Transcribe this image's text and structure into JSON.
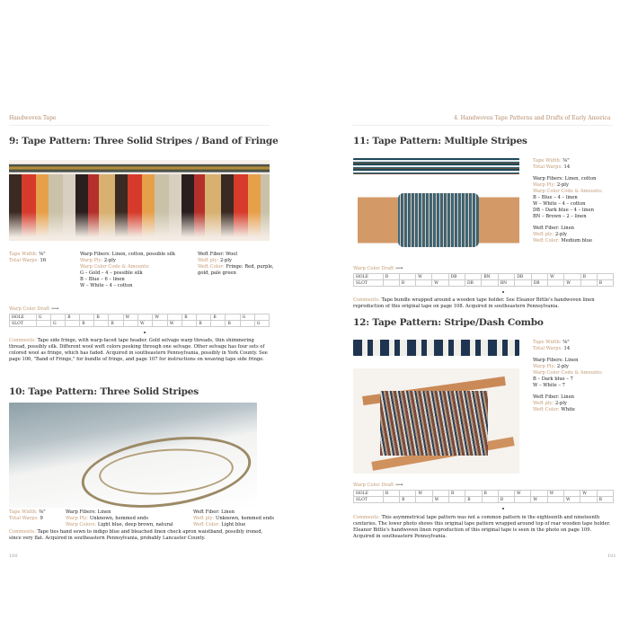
{
  "left": {
    "running_head": "Handwoven Tape",
    "page_number": "100",
    "p9": {
      "title": "9: Tape Pattern: Three Solid Stripes / Band of Fringe",
      "tape_width_label": "Tape Width:",
      "tape_width": "⅝\"",
      "total_warps_label": "Total Warps:",
      "total_warps": "16",
      "warp_fibers_label": "Warp Fibers:",
      "warp_fibers": "Linen, cotton, possible silk",
      "warp_ply_label": "Warp Ply:",
      "warp_ply": "2-ply",
      "warp_codes_label": "Warp Color Code & Amounts:",
      "warp_codes": [
        "G – Gold – 4 – possible silk",
        "B – Blue – 6 – linen",
        "W – White – 4 – cotton"
      ],
      "weft_fiber_label": "Weft Fiber:",
      "weft_fiber": "Wool",
      "weft_ply_label": "Weft ply:",
      "weft_ply": "2-ply",
      "weft_color_label": "Weft Color:",
      "weft_color": "Fringe: Red, purple, gold, pale green",
      "draft_label": "Warp Color Draft",
      "draft": {
        "hole_label": "HOLE",
        "slot_label": "SLOT",
        "hole": [
          "G",
          "",
          "B",
          "",
          "B",
          "",
          "W",
          "",
          "W",
          "",
          "B",
          "",
          "B",
          "",
          "G",
          ""
        ],
        "slot": [
          "",
          "G",
          "",
          "B",
          "",
          "B",
          "",
          "W",
          "",
          "W",
          "",
          "B",
          "",
          "B",
          "",
          "G"
        ]
      },
      "comments_label": "Comments:",
      "comments": "Tape side fringe, with warp-faced tape header. Gold selvage warp threads, thin shimmering thread, possibly silk. Different wool weft colors peeking through one selvage. Other selvage has four sets of colored wool as fringe, which has faded. Acquired in southeastern Pennsylvania, possibly in York County. See page 106, \"Band of Fringe,\" for bundle of fringe, and page 107 for instructions on weaving tape side fringe."
    },
    "p10": {
      "title": "10: Tape Pattern: Three Solid Stripes",
      "tape_width_label": "Tape Width:",
      "tape_width": "⅜\"",
      "total_warps_label": "Total Warps:",
      "total_warps": "9",
      "warp_fibers_label": "Warp Fibers:",
      "warp_fibers": "Linen",
      "warp_ply_label": "Warp Ply:",
      "warp_ply": "Unknown, hemmed ends",
      "warp_colors_label": "Warp Colors:",
      "warp_colors": "Light blue, deep brown, natural",
      "weft_fiber_label": "Weft Fiber:",
      "weft_fiber": "Linen",
      "weft_ply_label": "Weft ply:",
      "weft_ply": "Unknown, hemmed ends",
      "weft_color_label": "Weft Color:",
      "weft_color": "Light blue",
      "comments_label": "Comments:",
      "comments": "Tape ties hand sewn to indigo blue and bleached linen check apron waistband, possibly ironed, since very flat. Acquired in southeastern Pennsylvania, probably Lancaster County."
    }
  },
  "right": {
    "running_head": "4. Handwoven Tape Patterns and Drafts of Early America",
    "page_number": "101",
    "p11": {
      "title": "11: Tape Pattern: Multiple Stripes",
      "tape_width_label": "Tape Width:",
      "tape_width": "⅝\"",
      "total_warps_label": "Total Warps:",
      "total_warps": "14",
      "warp_fibers_label": "Warp Fibers:",
      "warp_fibers": "Linen, cotton",
      "warp_ply_label": "Warp Ply:",
      "warp_ply": "2-ply",
      "warp_codes_label": "Warp Color Code & Amounts:",
      "warp_codes": [
        "B – Blue – 4 – linen",
        "W – White – 4 – cotton",
        "DB – Dark blue – 4 – linen",
        "BN – Brown – 2 – linen"
      ],
      "weft_fiber_label": "Weft Fiber:",
      "weft_fiber": "Linen",
      "weft_ply_label": "Weft ply:",
      "weft_ply": "2-ply",
      "weft_color_label": "Weft Color:",
      "weft_color": "Medium blue",
      "draft_label": "Warp Color Draft",
      "draft": {
        "hole_label": "HOLE",
        "slot_label": "SLOT",
        "hole": [
          "B",
          "",
          "W",
          "",
          "DB",
          "",
          "BN",
          "",
          "DB",
          "",
          "W",
          "",
          "B",
          ""
        ],
        "slot": [
          "",
          "B",
          "",
          "W",
          "",
          "DB",
          "",
          "BN",
          "",
          "DB",
          "",
          "W",
          "",
          "B"
        ]
      },
      "comments_label": "Comments:",
      "comments": "Tape bundle wrapped around a wooden tape holder. See Eleanor Bittle's handwoven linen reproduction of this original tape on page 108. Acquired in southeastern Pennsylvania."
    },
    "p12": {
      "title": "12: Tape Pattern: Stripe/Dash Combo",
      "tape_width_label": "Tape Width:",
      "tape_width": "⅝\"",
      "total_warps_label": "Total Warps:",
      "total_warps": "14",
      "warp_fibers_label": "Warp Fibers:",
      "warp_fibers": "Linen",
      "warp_ply_label": "Warp Ply:",
      "warp_ply": "2-ply",
      "warp_codes_label": "Warp Color Code & Amounts:",
      "warp_codes": [
        "B – Dark blue – 7",
        "W – White – 7"
      ],
      "weft_fiber_label": "Weft Fiber:",
      "weft_fiber": "Linen",
      "weft_ply_label": "Weft ply:",
      "weft_ply": "2-ply",
      "weft_color_label": "Weft Color:",
      "weft_color": "White",
      "draft_label": "Warp Color Draft",
      "draft": {
        "hole_label": "HOLE",
        "slot_label": "SLOT",
        "hole": [
          "B",
          "",
          "W",
          "",
          "B",
          "",
          "B",
          "",
          "W",
          "",
          "W",
          "",
          "W",
          ""
        ],
        "slot": [
          "",
          "B",
          "",
          "W",
          "",
          "B",
          "",
          "B",
          "",
          "W",
          "",
          "W",
          "",
          "B"
        ]
      },
      "comments_label": "Comments:",
      "comments": "This asymmetrical tape pattern was not a common pattern in the eighteenth and nineteenth centuries. The lower photo shows this original tape pattern wrapped around top of rear wooden tape holder. Eleanor Bittle's handwoven linen reproduction of this original tape is seen in the photo on page 109. Acquired in southeastern Pennsylvania."
    }
  }
}
